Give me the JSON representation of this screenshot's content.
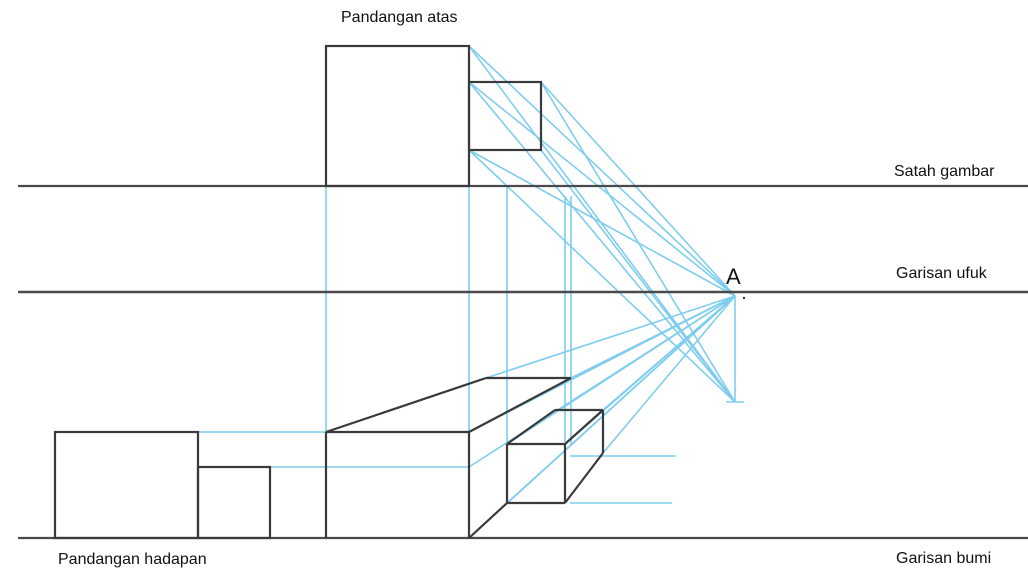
{
  "labels": {
    "top_view": "Pandangan atas",
    "picture_plane": "Satah gambar",
    "horizon_line": "Garisan ufuk",
    "front_view": "Pandangan hadapan",
    "ground_line": "Garisan bumi",
    "station_point": "A"
  },
  "colors": {
    "object": "#3a3a3a",
    "reference_line": "#4a4a4a",
    "projector": "#7fcdee"
  }
}
